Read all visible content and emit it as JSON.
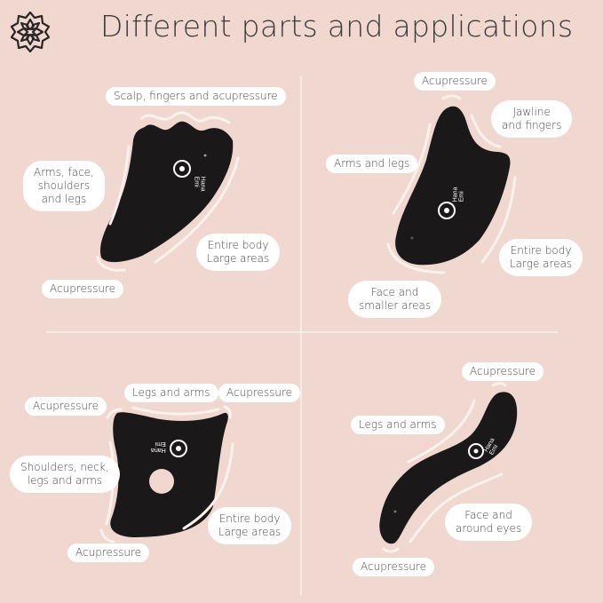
{
  "header": {
    "title": "Different parts and applications",
    "logo_icon": "flower-mandala-logo"
  },
  "brand": {
    "name_line1": "Hana",
    "name_line2": "Emi"
  },
  "colors": {
    "background": "#f0d8d0",
    "tool": "#1a1818",
    "label_bg": "#ffffff",
    "text": "#3e3a3a",
    "accent_line": "#fbf1ec"
  },
  "panels": [
    {
      "id": "top-left",
      "tool": "wavy-edge gua sha",
      "labels": [
        {
          "text": "Scalp, fingers and acupressure"
        },
        {
          "text": "Arms, face,\nshoulders\nand legs"
        },
        {
          "text": "Entire body\nLarge areas"
        },
        {
          "text": "Acupressure"
        }
      ]
    },
    {
      "id": "top-right",
      "tool": "crescent gua sha",
      "labels": [
        {
          "text": "Acupressure"
        },
        {
          "text": "Jawline\nand fingers"
        },
        {
          "text": "Arms and legs"
        },
        {
          "text": "Entire body\nLarge areas"
        },
        {
          "text": "Face and\nsmaller areas"
        }
      ]
    },
    {
      "id": "bottom-left",
      "tool": "horn gua sha with hole",
      "labels": [
        {
          "text": "Acupressure"
        },
        {
          "text": "Legs and arms"
        },
        {
          "text": "Acupressure"
        },
        {
          "text": "Shoulders, neck,\nlegs and arms"
        },
        {
          "text": "Entire body\nLarge areas"
        },
        {
          "text": "Acupressure"
        }
      ]
    },
    {
      "id": "bottom-right",
      "tool": "S-curve gua sha",
      "labels": [
        {
          "text": "Acupressure"
        },
        {
          "text": "Legs and arms"
        },
        {
          "text": "Face and\naround eyes"
        },
        {
          "text": "Acupressure"
        }
      ]
    }
  ]
}
